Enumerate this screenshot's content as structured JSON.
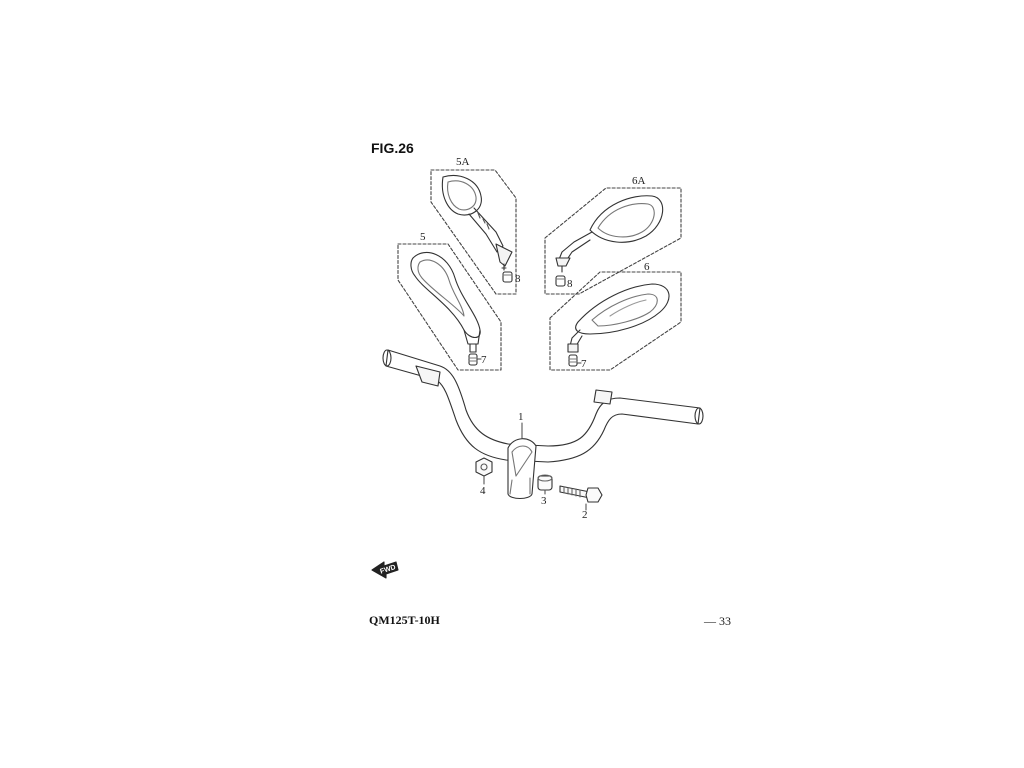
{
  "figure": {
    "title": "FIG.26"
  },
  "footer": {
    "model": "QM125T-10H",
    "page": "— 33"
  },
  "direction": {
    "label": "FWD"
  },
  "parts": {
    "p1": "1",
    "p2": "2",
    "p3": "3",
    "p4": "4",
    "p5": "5",
    "p5a": "5A",
    "p6": "6",
    "p6a": "6A",
    "p7a": "7",
    "p7b": "7",
    "p8a": "8",
    "p8b": "8"
  }
}
